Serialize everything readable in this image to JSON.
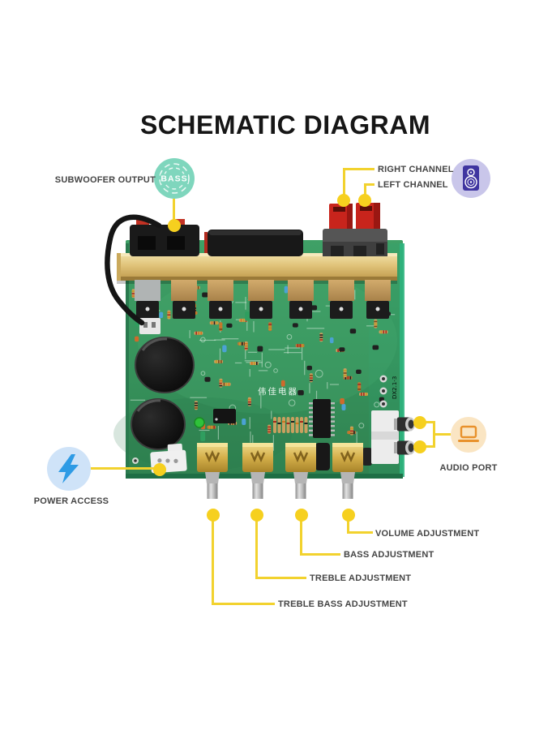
{
  "title": "SCHEMATIC DIAGRAM",
  "callouts": {
    "subwoofer_output": {
      "label": "SUBWOOFER OUTPUT",
      "icon": "bass-circle-icon"
    },
    "right_channel": {
      "label": "RIGHT CHANNEL",
      "icon": "speaker-icon"
    },
    "left_channel": {
      "label": "LEFT CHANNEL",
      "icon": "speaker-icon"
    },
    "audio_port": {
      "label": "AUDIO PORT",
      "icon": "laptop-icon"
    },
    "power_access": {
      "label": "POWER ACCESS",
      "icon": "lightning-bolt-icon"
    },
    "volume": {
      "label": "VOLUME ADJUSTMENT"
    },
    "bass": {
      "label": "BASS ADJUSTMENT"
    },
    "treble": {
      "label": "TREBLE ADJUSTMENT"
    },
    "treble_bass": {
      "label": "TREBLE BASS ADJUSTMENT"
    }
  },
  "icons": {
    "bass_badge_text": "BASS"
  },
  "board": {
    "silkscreen_text": "伟佳电器",
    "model_text": "DX2.1-3"
  },
  "colors": {
    "callout_line": "#F2D22E",
    "callout_dot": "#F6D01F",
    "label_text": "#454545",
    "bass_icon_bg": "#7FD6BD",
    "speaker_icon_bg": "#C9C6EA",
    "speaker_icon_fg": "#3F35A0",
    "audio_icon_bg": "#FAE5C3",
    "audio_icon_fg": "#E8912C",
    "power_icon_bg": "#CFE3F8",
    "power_icon_fg": "#2E9BE5",
    "pcb_green": "#379A62",
    "heatsink_gold": "#DDBE72"
  }
}
